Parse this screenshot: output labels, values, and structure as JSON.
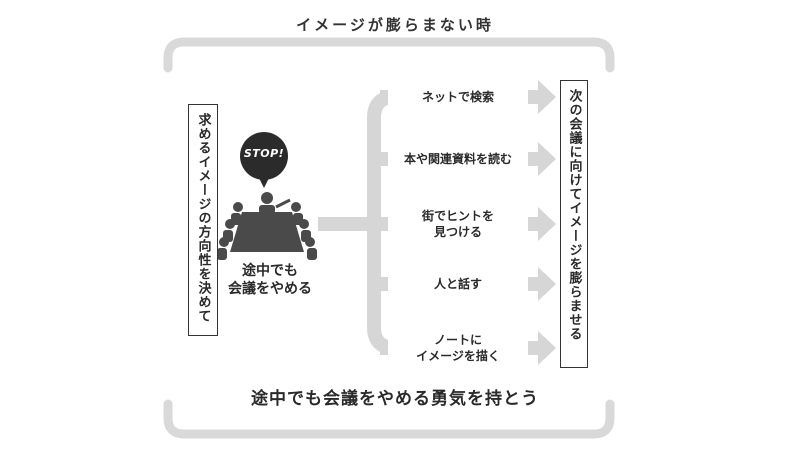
{
  "title": "イメージが膨らまない時",
  "left_box": "求めるイメージの方向性を決めて",
  "stop_bubble": "STOP!",
  "meeting_label_line1": "途中でも",
  "meeting_label_line2": "会議をやめる",
  "branches": [
    {
      "line1": "ネットで検索",
      "line2": ""
    },
    {
      "line1": "本や関連資料を読む",
      "line2": ""
    },
    {
      "line1": "街でヒントを",
      "line2": "見つける"
    },
    {
      "line1": "人と話す",
      "line2": ""
    },
    {
      "line1": "ノートに",
      "line2": "イメージを描く"
    }
  ],
  "right_box": "次の会議に向けてイメージを膨らませる",
  "bottom_message": "途中でも会議をやめる勇気を持とう",
  "colors": {
    "frame": "#d9d9d9",
    "arrow": "#d6d6d6",
    "icon": "#4a4a4a",
    "bubble": "#2b2b2b"
  }
}
